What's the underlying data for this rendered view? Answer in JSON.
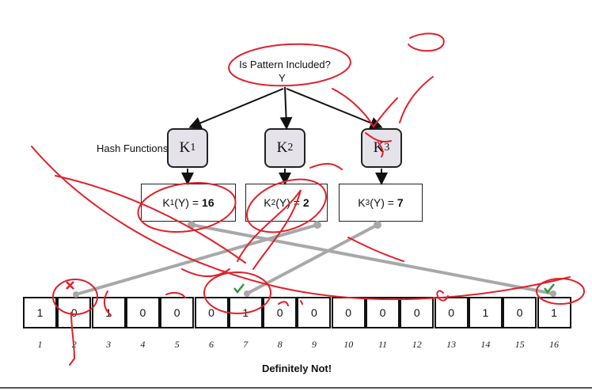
{
  "diagram": {
    "question": "Is Pattern Included?",
    "input": "Y",
    "hash_label": "Hash Functions",
    "hashes": [
      {
        "name": "K",
        "sub": "1",
        "result_prefix": "K",
        "result_sub": "1",
        "result_mid": "(Y) =",
        "value": "16"
      },
      {
        "name": "K",
        "sub": "2",
        "result_prefix": "K",
        "result_sub": "2",
        "result_mid": "(Y) =",
        "value": "2"
      },
      {
        "name": "K",
        "sub": "3",
        "result_prefix": "K",
        "result_sub": "3",
        "result_mid": "(Y) =",
        "value": "7"
      }
    ],
    "bits": [
      "1",
      "0",
      "1",
      "0",
      "0",
      "0",
      "1",
      "0",
      "0",
      "0",
      "0",
      "0",
      "0",
      "1",
      "0",
      "1"
    ],
    "indices": [
      "1",
      "2",
      "3",
      "4",
      "5",
      "6",
      "7",
      "8",
      "9",
      "10",
      "11",
      "12",
      "13",
      "14",
      "15",
      "16"
    ],
    "conclusion": "Definitely Not!"
  },
  "colors": {
    "annotation": "#e0202a",
    "connector": "#a8a8a8",
    "box_fill": "#e6e2ea",
    "check": "#2a9a3a"
  }
}
